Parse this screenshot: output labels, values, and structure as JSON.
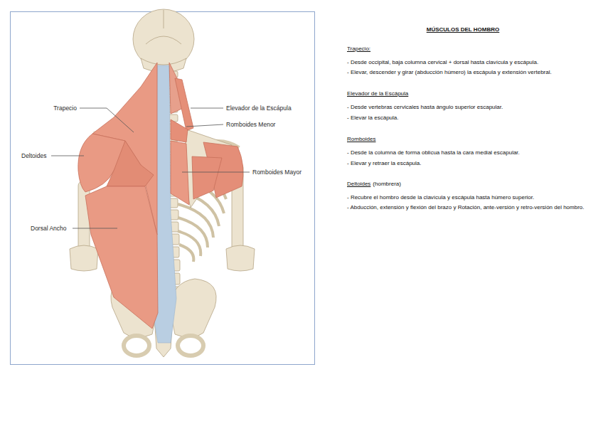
{
  "diagram": {
    "title": "MÚSCULOS DEL HOMBRO",
    "labels": [
      "Trapecio",
      "Elevador de la Escápula",
      "Romboides Menor",
      "Deltoides",
      "Romboides Mayor",
      "Dorsal Ancho",
      "Trapecio:",
      "- Desde occipital, baja columna cervical + dorsal hasta clavícula y escápula.",
      "- Elevar, descender y girar (abducción húmero) la escápula y extensión vertebral.",
      "Elevador de la Escápula",
      "- Desde vertebras cervicales hasta ángulo superior escapular.",
      "- Elevar la escápula.",
      "Romboides",
      "- Desde la columna de forma oblicua hasta la cara medial escapular.",
      "- Elevar y retraer la escápula.",
      "Deltoides",
      "(hombrera)",
      "- Recubre el hombro desde la clavícula y escápula hasta húmero superior.",
      "- Abducción, extensión y flexión del brazo y Rotación, ante-versión y retro-versión del hombro."
    ]
  }
}
